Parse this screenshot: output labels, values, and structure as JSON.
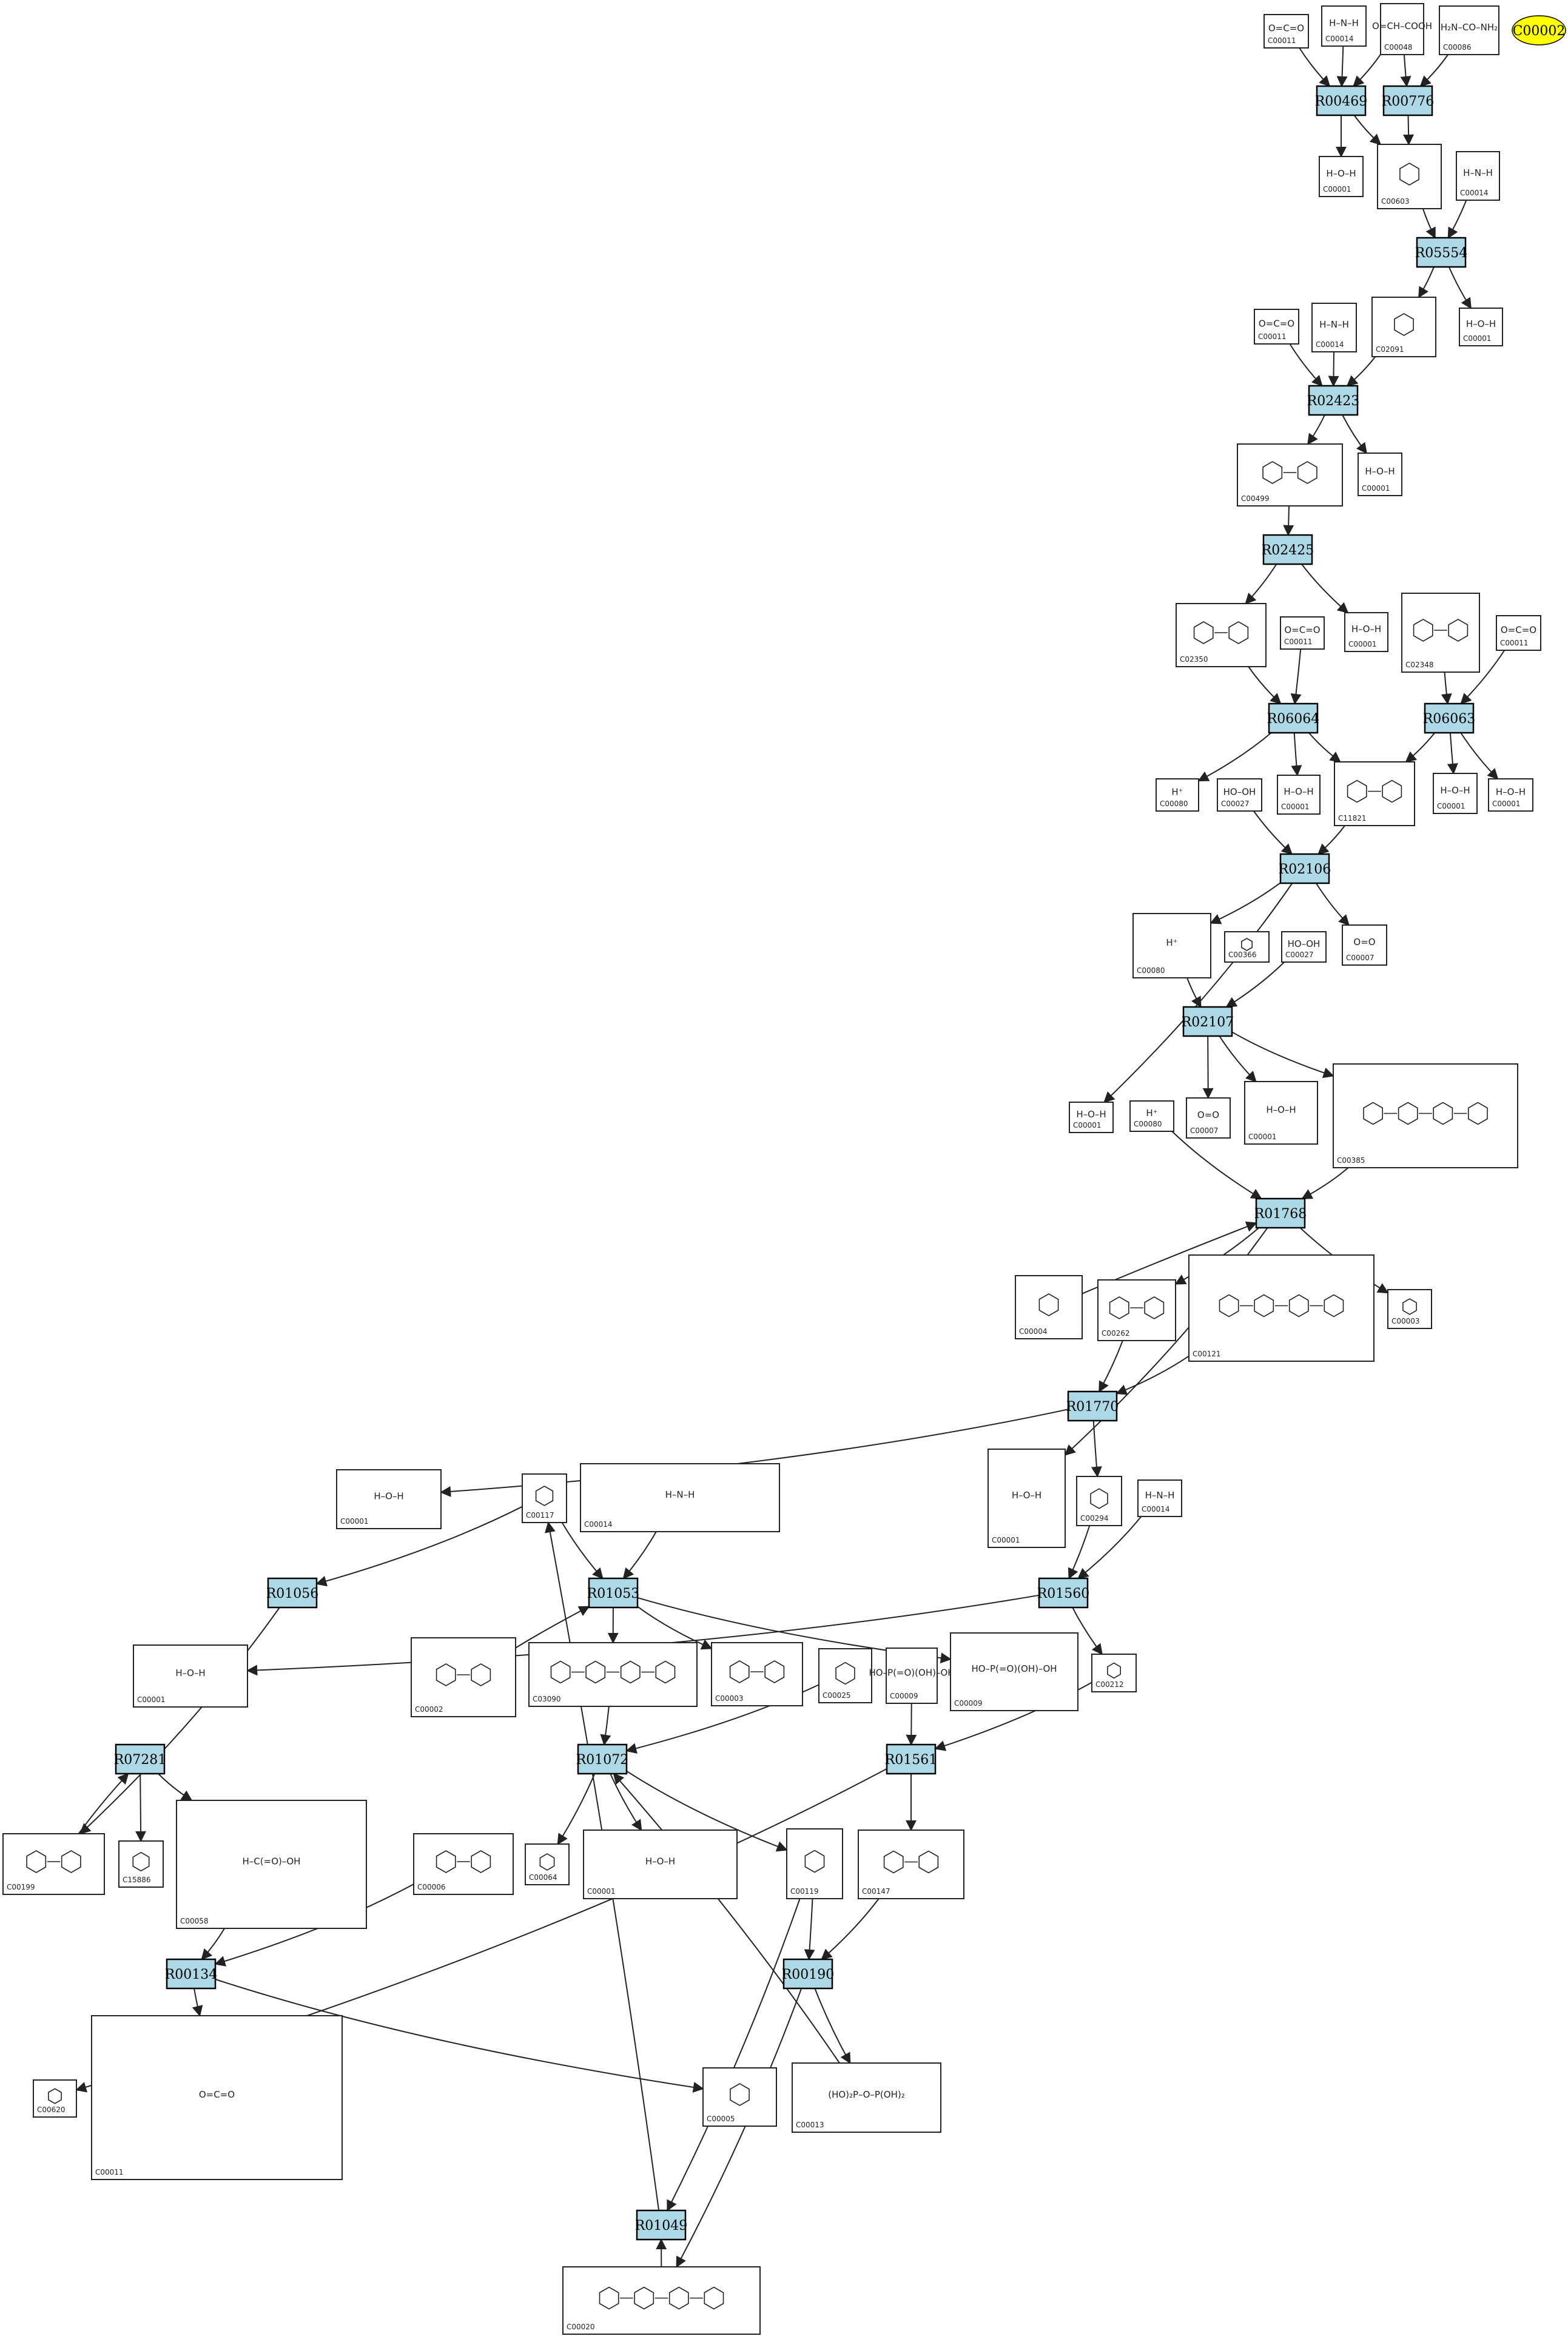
{
  "highlight": {
    "label": "C00002",
    "color": "#ffff00"
  },
  "colors": {
    "reaction_fill": "#add8e6",
    "compound_fill": "#ffffff",
    "edge": "#222222"
  },
  "reactions": [
    {
      "id": "R00469",
      "label": "R00469"
    },
    {
      "id": "R00776",
      "label": "R00776"
    },
    {
      "id": "R05554",
      "label": "R05554"
    },
    {
      "id": "R02423",
      "label": "R02423"
    },
    {
      "id": "R02425",
      "label": "R02425"
    },
    {
      "id": "R06064",
      "label": "R06064"
    },
    {
      "id": "R06063",
      "label": "R06063"
    },
    {
      "id": "R02106",
      "label": "R02106"
    },
    {
      "id": "R02107",
      "label": "R02107"
    },
    {
      "id": "R01768",
      "label": "R01768"
    },
    {
      "id": "R01770",
      "label": "R01770"
    },
    {
      "id": "R01560",
      "label": "R01560"
    },
    {
      "id": "R01053",
      "label": "R01053"
    },
    {
      "id": "R01056",
      "label": "R01056"
    },
    {
      "id": "R07281",
      "label": "R07281"
    },
    {
      "id": "R01072",
      "label": "R01072"
    },
    {
      "id": "R01561",
      "label": "R01561"
    },
    {
      "id": "R00134",
      "label": "R00134"
    },
    {
      "id": "R00190",
      "label": "R00190"
    },
    {
      "id": "R01049",
      "label": "R01049"
    }
  ],
  "compounds": [
    {
      "key": "c1",
      "label": "C00011",
      "structure": "O=C=O"
    },
    {
      "key": "c2",
      "label": "C00014",
      "structure": "NH3"
    },
    {
      "key": "c3",
      "label": "C00048",
      "structure": "OHC-COOH"
    },
    {
      "key": "c4",
      "label": "C00086",
      "structure": "H2N-CO-NH2"
    },
    {
      "key": "c5",
      "label": "C00001",
      "structure": "H2O"
    },
    {
      "key": "c6",
      "label": "C00603",
      "structure": "(S)-ureidoglycolate"
    },
    {
      "key": "c7",
      "label": "C00014",
      "structure": "NH3"
    },
    {
      "key": "c8",
      "label": "C00001",
      "structure": "H2O"
    },
    {
      "key": "c9",
      "label": "C00011",
      "structure": "O=C=O"
    },
    {
      "key": "c10",
      "label": "C00014",
      "structure": "NH3"
    },
    {
      "key": "c11",
      "label": "C02091",
      "structure": "(S)-ureidoglycine"
    },
    {
      "key": "c12",
      "label": "C00001",
      "structure": "H2O"
    },
    {
      "key": "c13",
      "label": "C00499",
      "structure": "allantoate"
    },
    {
      "key": "c14",
      "label": "C00001",
      "structure": "H2O"
    },
    {
      "key": "c15",
      "label": "C02350",
      "structure": "allantoin"
    },
    {
      "key": "c16",
      "label": "C00011",
      "structure": "O=C=O"
    },
    {
      "key": "c17",
      "label": "C00001",
      "structure": "H2O"
    },
    {
      "key": "c18",
      "label": "C02348",
      "structure": "allantoin"
    },
    {
      "key": "c19",
      "label": "C00011",
      "structure": "O=C=O"
    },
    {
      "key": "c20",
      "label": "C00080",
      "structure": "H+"
    },
    {
      "key": "c21",
      "label": "C00027",
      "structure": "HO-OH"
    },
    {
      "key": "c22",
      "label": "C00001",
      "structure": "H2O"
    },
    {
      "key": "c23",
      "label": "C11821",
      "structure": "5-hydroxyisourate"
    },
    {
      "key": "c24",
      "label": "C00001",
      "structure": "H2O"
    },
    {
      "key": "c25",
      "label": "C00080",
      "structure": "H+"
    },
    {
      "key": "c26",
      "label": "C00366",
      "structure": "urate"
    },
    {
      "key": "c27",
      "label": "C00027",
      "structure": "HO-OH"
    },
    {
      "key": "c28",
      "label": "C00007",
      "structure": "O=O"
    },
    {
      "key": "c29",
      "label": "C00001",
      "structure": "H2O"
    },
    {
      "key": "c30",
      "label": "C00080",
      "structure": "H+"
    },
    {
      "key": "c31",
      "label": "C00007",
      "structure": "O=O"
    },
    {
      "key": "c32",
      "label": "C00001",
      "structure": "H2O"
    },
    {
      "key": "c33",
      "label": "C00385",
      "structure": "xanthine"
    },
    {
      "key": "c34",
      "label": "C00004",
      "structure": "NADH"
    },
    {
      "key": "c35",
      "label": "C00262",
      "structure": "hypoxanthine"
    },
    {
      "key": "c36",
      "label": "C00121",
      "structure": "D-ribose"
    },
    {
      "key": "c37",
      "label": "C00003",
      "structure": "NAD+"
    },
    {
      "key": "c38",
      "label": "C00001",
      "structure": "H2O"
    },
    {
      "key": "c39",
      "label": "C00294",
      "structure": "inosine"
    },
    {
      "key": "c40",
      "label": "C00014",
      "structure": "NH3"
    },
    {
      "key": "c41",
      "label": "C00001",
      "structure": "H2O"
    },
    {
      "key": "c42",
      "label": "C00117",
      "structure": "ribose-5-P"
    },
    {
      "key": "c43",
      "label": "C00014",
      "structure": "NH3"
    },
    {
      "key": "c44",
      "label": "C00002",
      "structure": "ATP"
    },
    {
      "key": "c45",
      "label": "C03090",
      "structure": "PRA"
    },
    {
      "key": "c46",
      "label": "C00003",
      "structure": "PP-ribose-adenine"
    },
    {
      "key": "c47",
      "label": "C00025",
      "structure": "L-glutamate"
    },
    {
      "key": "c48",
      "label": "C00009",
      "structure": "phosphate"
    },
    {
      "key": "c49",
      "label": "C00009",
      "structure": "phosphate"
    },
    {
      "key": "c50",
      "label": "C00212",
      "structure": "adenosine"
    },
    {
      "key": "c51",
      "label": "C00001",
      "structure": "H2O"
    },
    {
      "key": "c52",
      "label": "C00199",
      "structure": "ribulose-5-P"
    },
    {
      "key": "c53",
      "label": "C15886",
      "structure": "acetyl-phosphate"
    },
    {
      "key": "c54",
      "label": "C00058",
      "structure": "formate"
    },
    {
      "key": "c55",
      "label": "C00006",
      "structure": "NADP+"
    },
    {
      "key": "c56",
      "label": "C00064",
      "structure": "L-glutamine"
    },
    {
      "key": "c57",
      "label": "C00001",
      "structure": "H2O"
    },
    {
      "key": "c58",
      "label": "C00119",
      "structure": "PRPP"
    },
    {
      "key": "c59",
      "label": "C00147",
      "structure": "adenine"
    },
    {
      "key": "c60",
      "label": "C00620",
      "structure": "ribose-1-P"
    },
    {
      "key": "c61",
      "label": "C00011",
      "structure": "O=C=O"
    },
    {
      "key": "c62",
      "label": "C00005",
      "structure": "NADPH"
    },
    {
      "key": "c63",
      "label": "C00013",
      "structure": "diphosphate"
    },
    {
      "key": "c64",
      "label": "C00020",
      "structure": "AMP"
    },
    {
      "key": "c65",
      "label": "C00002",
      "structure": "ATP"
    }
  ]
}
